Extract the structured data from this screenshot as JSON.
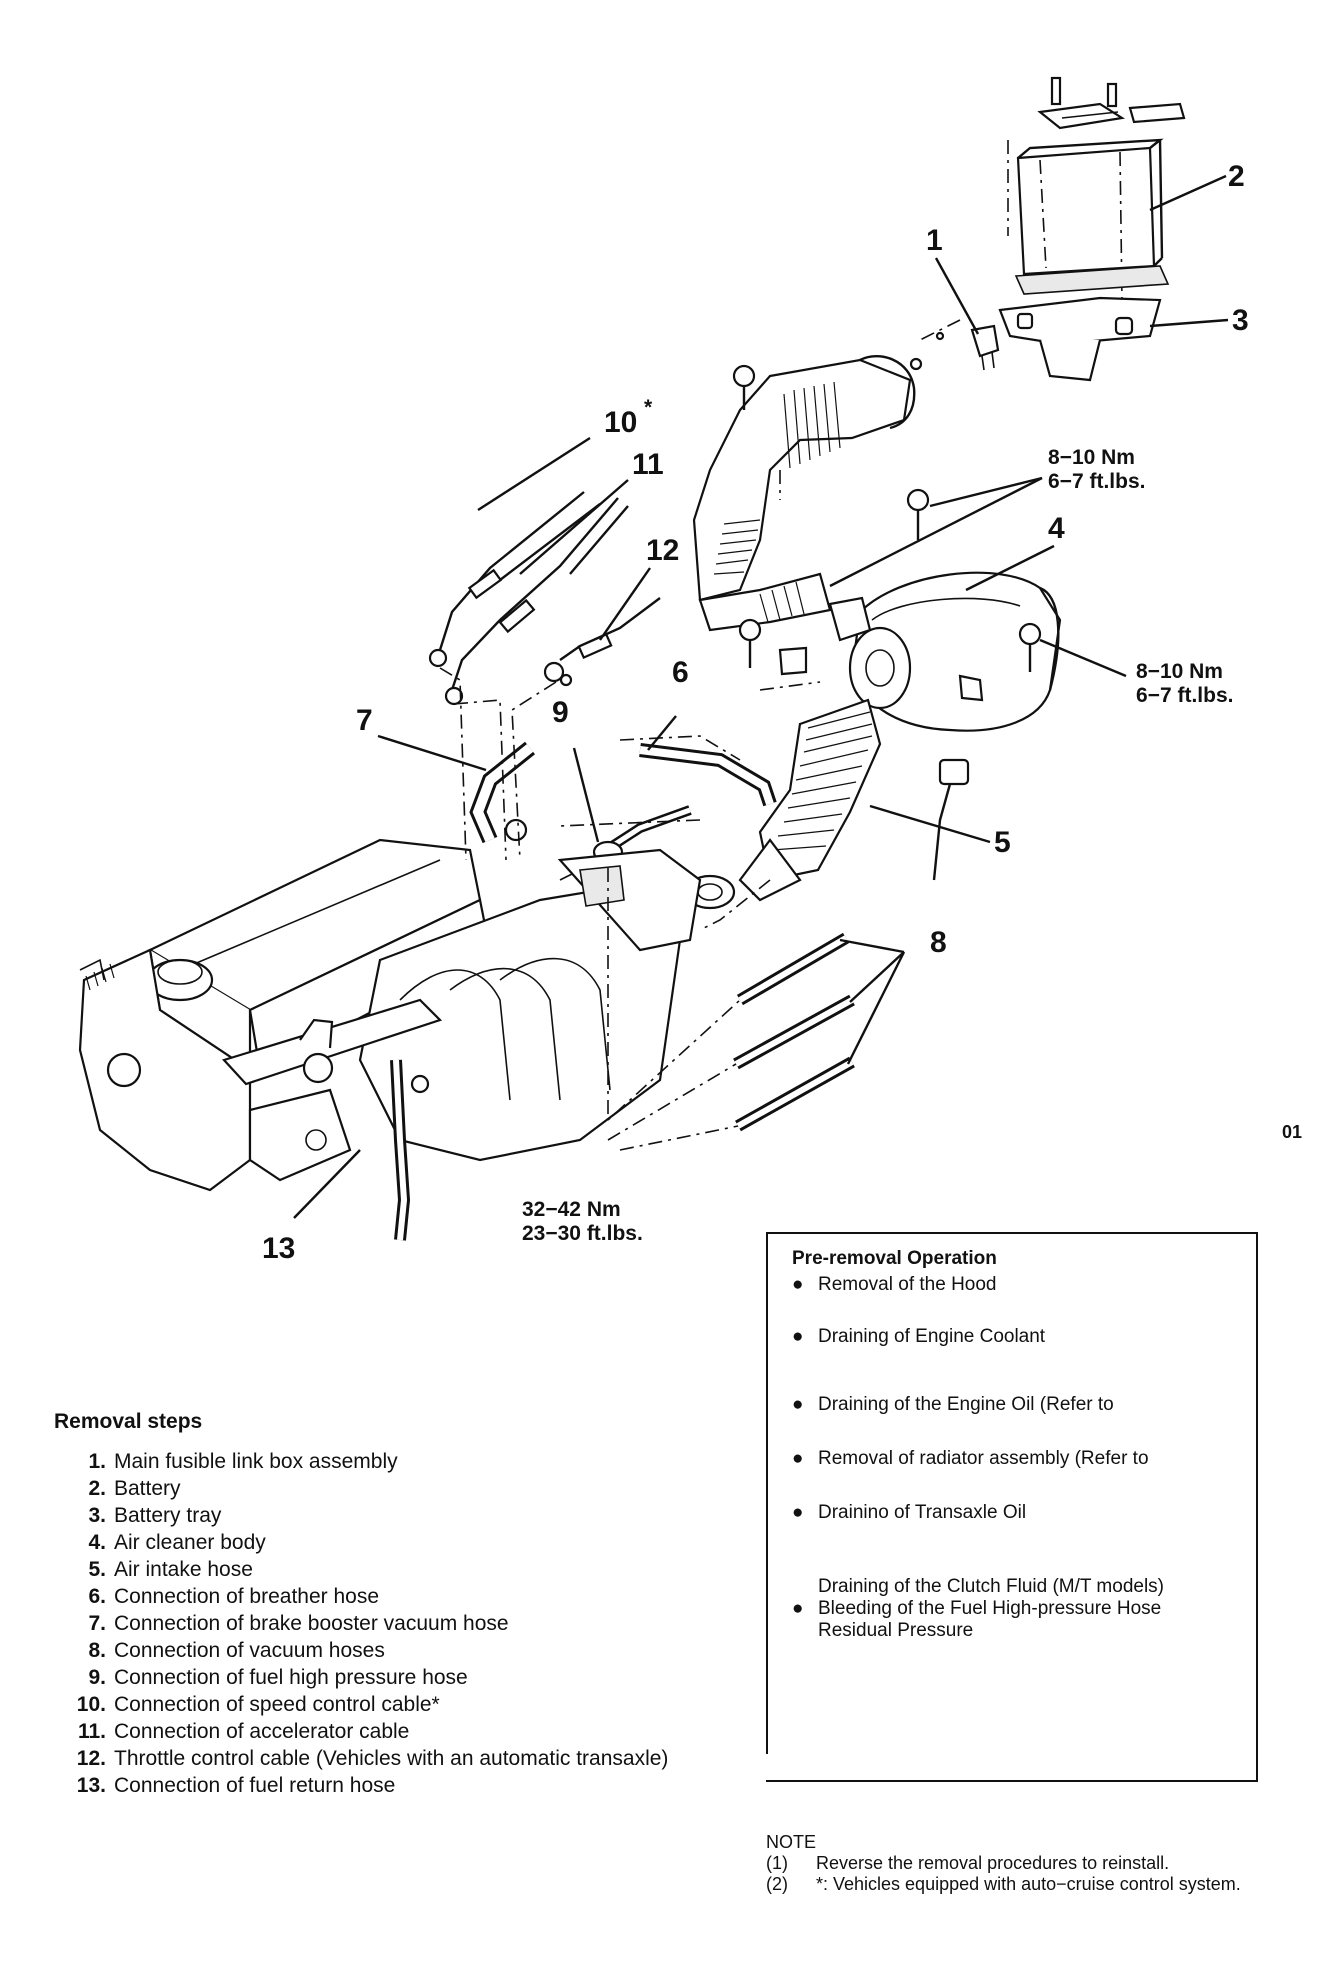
{
  "callouts": {
    "c1": "1",
    "c2": "2",
    "c3": "3",
    "c4": "4",
    "c5": "5",
    "c6": "6",
    "c7": "7",
    "c8": "8",
    "c9": "9",
    "c10": "10",
    "c10_mark": "*",
    "c11": "11",
    "c12": "12",
    "c13": "13"
  },
  "torque": {
    "t1_nm": "8−10 Nm",
    "t1_ft": "6−7 ft.lbs.",
    "t2_nm": "8−10 Nm",
    "t2_ft": "6−7 ft.lbs.",
    "t3_nm": "32−42 Nm",
    "t3_ft": "23−30 ft.lbs."
  },
  "page_code": "01",
  "removal": {
    "heading": "Removal steps",
    "steps": [
      {
        "n": "1.",
        "text": "Main fusible link box assembly"
      },
      {
        "n": "2.",
        "text": "Battery"
      },
      {
        "n": "3.",
        "text": "Battery tray"
      },
      {
        "n": "4.",
        "text": "Air cleaner body"
      },
      {
        "n": "5.",
        "text": "Air intake hose"
      },
      {
        "n": "6.",
        "text": "Connection of breather hose"
      },
      {
        "n": "7.",
        "text": "Connection of brake booster vacuum hose"
      },
      {
        "n": "8.",
        "text": "Connection of vacuum hoses"
      },
      {
        "n": "9.",
        "text": "Connection of fuel high pressure hose"
      },
      {
        "n": "10.",
        "text": "Connection of speed control cable*"
      },
      {
        "n": "11.",
        "text": "Connection of accelerator cable"
      },
      {
        "n": "12.",
        "text": "Throttle control cable (Vehicles with an automatic transaxle)"
      },
      {
        "n": "13.",
        "text": "Connection of fuel return hose"
      }
    ]
  },
  "preop": {
    "heading": "Pre-removal Operation",
    "items": [
      "Removal of the Hood",
      "Draining of Engine Coolant",
      "Draining of the Engine Oil (Refer to",
      "Removal of radiator assembly (Refer to",
      "Drainino of Transaxle Oil"
    ],
    "clutch": "Draining of the Clutch Fluid (M/T models)",
    "bleeding": "Bleeding of the Fuel High-pressure Hose Residual Pressure",
    "bullet": "●"
  },
  "note": {
    "heading": "NOTE",
    "lines": [
      {
        "k": "(1)",
        "v": "Reverse the removal procedures to reinstall."
      },
      {
        "k": "(2)",
        "v": "*: Vehicles equipped with auto−cruise control system."
      }
    ]
  }
}
